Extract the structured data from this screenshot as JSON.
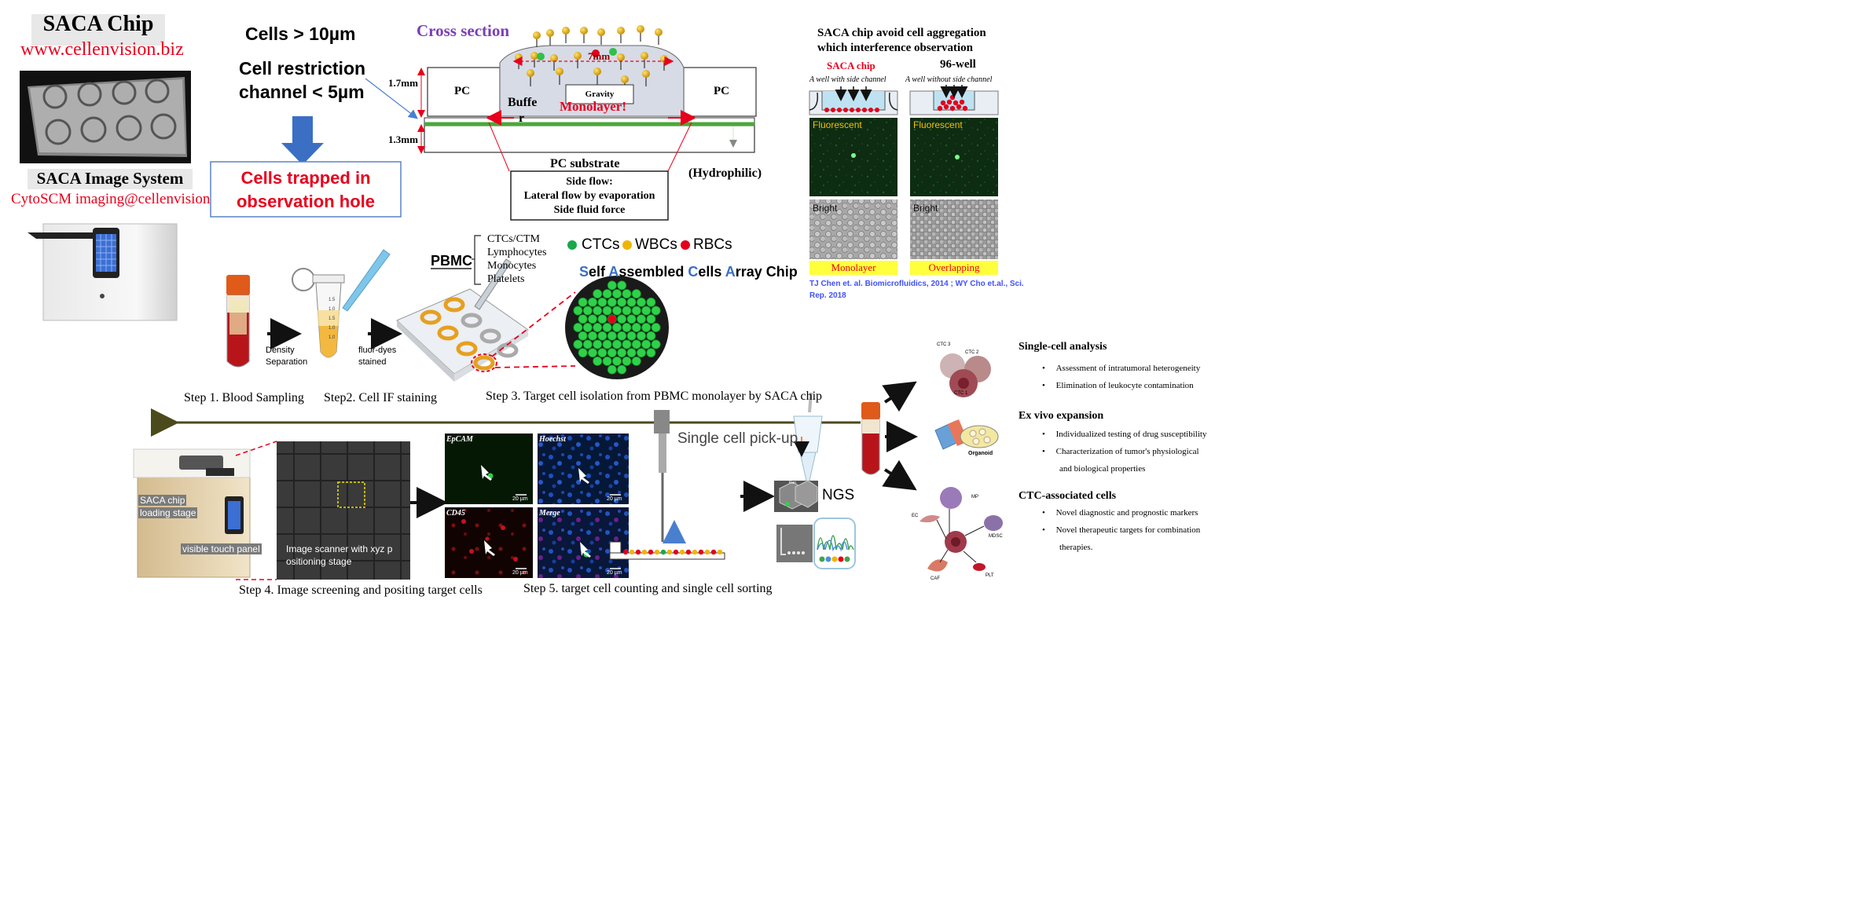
{
  "left_panel": {
    "title": "SACA Chip",
    "website": "www.cellenvision.biz",
    "system_title": "SACA Image System",
    "system_subtitle": "CytoSCM imaging@cellenvision"
  },
  "trap": {
    "cells_size": "Cells > 10µm",
    "restriction_line1": "Cell restriction",
    "restriction_line2": "channel < 5µm",
    "box_line1": "Cells trapped in",
    "box_line2": "observation hole"
  },
  "cross_section": {
    "title": "Cross section",
    "dim_top": "1.7mm",
    "dim_bottom": "1.3mm",
    "pc_left": "PC",
    "pc_right": "PC",
    "buffer_1": "Buffe",
    "buffer_2": "r",
    "gravity": "Gravity",
    "monolayer": "Monolayer!",
    "width_label": "7mm",
    "substrate": "PC substrate",
    "hydrophilic": "(Hydrophilic)",
    "side_flow_1": "Side flow:",
    "side_flow_2": "Lateral flow by evaporation",
    "side_flow_3": "Side fluid force"
  },
  "aggregation": {
    "title_1": "SACA chip avoid cell aggregation",
    "title_2": "which interference observation",
    "col1_title": "SACA chip",
    "col2_title": "96-well",
    "col1_sub": "A well with side channel",
    "col2_sub": "A well without side channel",
    "fluorescent": "Fluorescent",
    "bright": "Bright",
    "col1_footer": "Monolayer",
    "col2_footer": "Overlapping",
    "citation_1": "TJ Chen et. al. Biomicrofluidics, 2014 ; WY Cho et.al., Sci.",
    "citation_2": "Rep. 2018"
  },
  "colors": {
    "ctc": "#1aa84a",
    "wbc": "#f0b400",
    "rbc": "#e3001b",
    "accent_blue": "#3a6fc4",
    "red_text": "#e8001c",
    "purple": "#7b3fb5"
  },
  "legend": {
    "ctc": "CTCs",
    "wbc": "WBCs",
    "rbc": "RBCs",
    "saca_full": [
      "S",
      "elf ",
      "A",
      "ssembled ",
      "C",
      "ells ",
      "A",
      "rray Chip"
    ]
  },
  "pbmc": {
    "label": "PBMC",
    "items": [
      "CTCs/CTM",
      "Lymphocytes",
      "Monocytes",
      "Platelets"
    ]
  },
  "workflow": {
    "density_1": "Density",
    "density_2": "Separation",
    "fluor_1": "fluor-dyes",
    "fluor_2": "stained",
    "tube_marks": [
      "1.5",
      "1.0",
      "1.5",
      "1.0",
      "1.0"
    ],
    "step1": "Step 1. Blood Sampling",
    "step2": "Step2. Cell IF staining",
    "step3": "Step 3. Target cell isolation from PBMC monolayer by SACA chip",
    "step4": "Step 4. Image screening and positing target cells",
    "step5": "Step 5. target cell counting and single cell sorting"
  },
  "imaging": {
    "chip_stage_1": "SACA  chip",
    "chip_stage_2": "loading stage",
    "touch_panel": "visible touch panel",
    "scanner_1": "Image scanner with xyz  p",
    "scanner_2": "ositioning stage",
    "panels": [
      "EpCAM",
      "Hoechst",
      "CD45",
      "Merge"
    ],
    "scale": "20 µm",
    "pickup": "Single cell pick-up",
    "ngs": "NGS",
    "chip_logo": "Kun"
  },
  "applications": {
    "single_cell": {
      "title": "Single-cell analysis",
      "items": [
        "Assessment of intratumoral heterogeneity",
        "Elimination of leukocyte contamination"
      ],
      "labels": [
        "CTC 3",
        "CTC 2",
        "CTC 1"
      ]
    },
    "ex_vivo": {
      "title": "Ex vivo expansion",
      "items": [
        "Individualized testing of drug susceptibility",
        "Characterization of tumor's physiological",
        "and biological properties"
      ],
      "organoid": "Organoid"
    },
    "ctc_assoc": {
      "title": "CTC-associated cells",
      "items": [
        "Novel diagnostic and prognostic markers",
        "Novel therapeutic targets for combination",
        "therapies."
      ],
      "labels": [
        "MP",
        "EC",
        "MDSC",
        "CAF",
        "PLT"
      ]
    },
    "bullet": "•"
  }
}
